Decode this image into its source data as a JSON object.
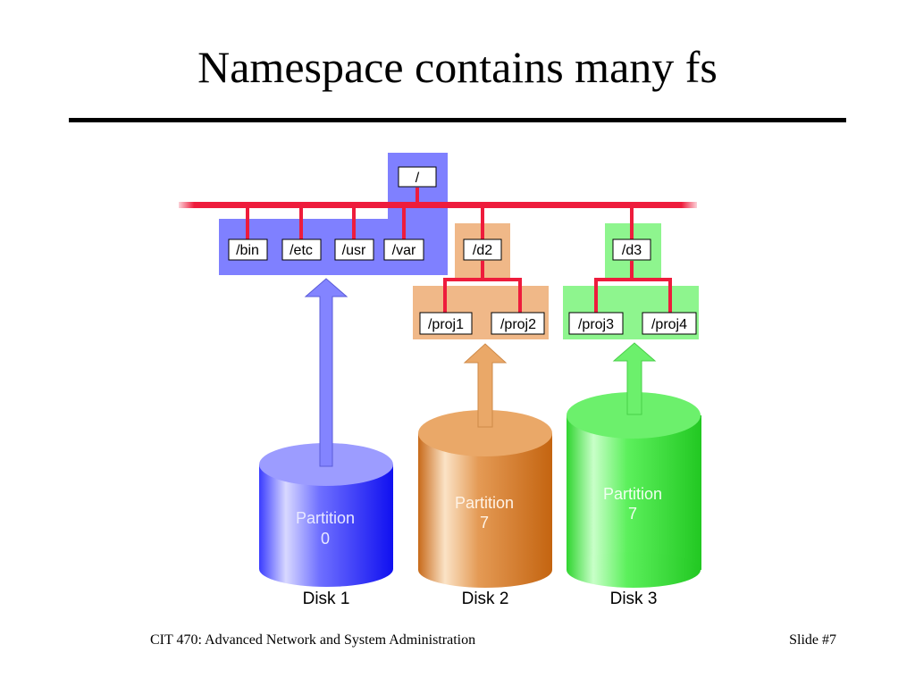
{
  "slide": {
    "title": "Namespace contains many fs",
    "footer_left": "CIT 470: Advanced Network and System Administration",
    "footer_right": "Slide #7"
  },
  "colors": {
    "bus": "#ee1c3c",
    "blue_region": "#7f80ff",
    "orange_region": "#f0b888",
    "green_region": "#8ef58e"
  },
  "directories": {
    "root": "/",
    "bin": "/bin",
    "etc": "/etc",
    "usr": "/usr",
    "var": "/var",
    "d2": "/d2",
    "d3": "/d3",
    "proj1": "/proj1",
    "proj2": "/proj2",
    "proj3": "/proj3",
    "proj4": "/proj4"
  },
  "disks": [
    {
      "partition_word": "Partition",
      "partition_number": "0",
      "label": "Disk 1"
    },
    {
      "partition_word": "Partition",
      "partition_number": "7",
      "label": "Disk 2"
    },
    {
      "partition_word": "Partition",
      "partition_number": "7",
      "label": "Disk 3"
    }
  ]
}
